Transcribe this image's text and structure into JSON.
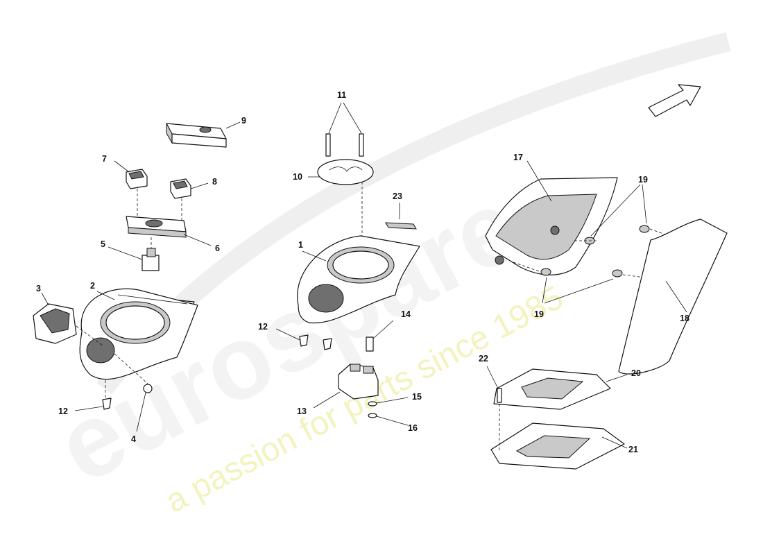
{
  "watermark": {
    "brand": "eurospares",
    "tagline": "a passion for parts since 1985"
  },
  "labels": {
    "p1": "1",
    "p2": "2",
    "p3": "3",
    "p4": "4",
    "p5": "5",
    "p6": "6",
    "p7": "7",
    "p8": "8",
    "p9": "9",
    "p10": "10",
    "p11": "11",
    "p12a": "12",
    "p12b": "12",
    "p13": "13",
    "p14": "14",
    "p15": "15",
    "p16": "16",
    "p17": "17",
    "p18": "18",
    "p19a": "19",
    "p19b": "19",
    "p20": "20",
    "p21": "21",
    "p22": "22",
    "p23": "23"
  }
}
